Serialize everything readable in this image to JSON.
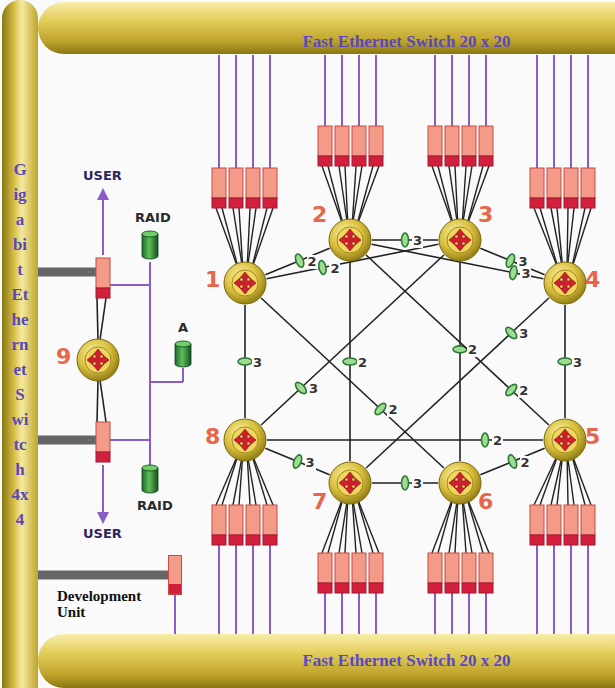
{
  "diagram": {
    "nodes": [
      {
        "text": [
          "Gigabit Ethernet Switch 4x4"
        ]
      },
      {
        "text": [
          "Fast Ethernet Switch 20 x 20"
        ]
      },
      {
        "text": [
          "Fast Ethernet Switch 20 x 20"
        ]
      },
      {
        "text": [
          "1"
        ]
      },
      {
        "text": [
          "2"
        ]
      },
      {
        "text": [
          "3"
        ]
      },
      {
        "text": [
          "4"
        ]
      },
      {
        "text": [
          "5"
        ]
      },
      {
        "text": [
          "6"
        ]
      },
      {
        "text": [
          "7"
        ]
      },
      {
        "text": [
          "8"
        ]
      },
      {
        "text": [
          "9"
        ]
      },
      {
        "text": [
          "RAID"
        ]
      },
      {
        "text": [
          "A"
        ]
      },
      {
        "text": [
          "RAID"
        ]
      },
      {
        "text": [
          "Development Unit"
        ]
      }
    ],
    "edges": [
      {
        "from": 3,
        "to": 4,
        "arrow": "none",
        "label": "2"
      },
      {
        "from": 3,
        "to": 5,
        "arrow": "none",
        "label": "2"
      },
      {
        "from": 4,
        "to": 5,
        "arrow": "none",
        "label": "3"
      },
      {
        "from": 5,
        "to": 6,
        "arrow": "none",
        "label": "3"
      },
      {
        "from": 4,
        "to": 6,
        "arrow": "none",
        "label": "3"
      },
      {
        "from": 6,
        "to": 7,
        "arrow": "none",
        "label": "3"
      },
      {
        "from": 3,
        "to": 10,
        "arrow": "none",
        "label": "3"
      },
      {
        "from": 4,
        "to": 9,
        "arrow": "none",
        "label": "2"
      },
      {
        "from": 5,
        "to": 8,
        "arrow": "none",
        "label": "2"
      },
      {
        "from": 10,
        "to": 5,
        "arrow": "none",
        "label": "3"
      },
      {
        "from": 3,
        "to": 8,
        "arrow": "none",
        "label": "2"
      },
      {
        "from": 4,
        "to": 7,
        "arrow": "none",
        "label": "2"
      },
      {
        "from": 6,
        "to": 9,
        "arrow": "none",
        "label": "3"
      },
      {
        "from": 10,
        "to": 7,
        "arrow": "none",
        "label": "2"
      },
      {
        "from": 7,
        "to": 8,
        "arrow": "none",
        "label": "2"
      },
      {
        "from": 8,
        "to": 9,
        "arrow": "none",
        "label": "3"
      },
      {
        "from": 9,
        "to": 10,
        "arrow": "none",
        "label": "3"
      },
      {
        "from": 15,
        "to": 0,
        "arrow": "none"
      }
    ],
    "labels": [
      "USER",
      "USER"
    ]
  }
}
